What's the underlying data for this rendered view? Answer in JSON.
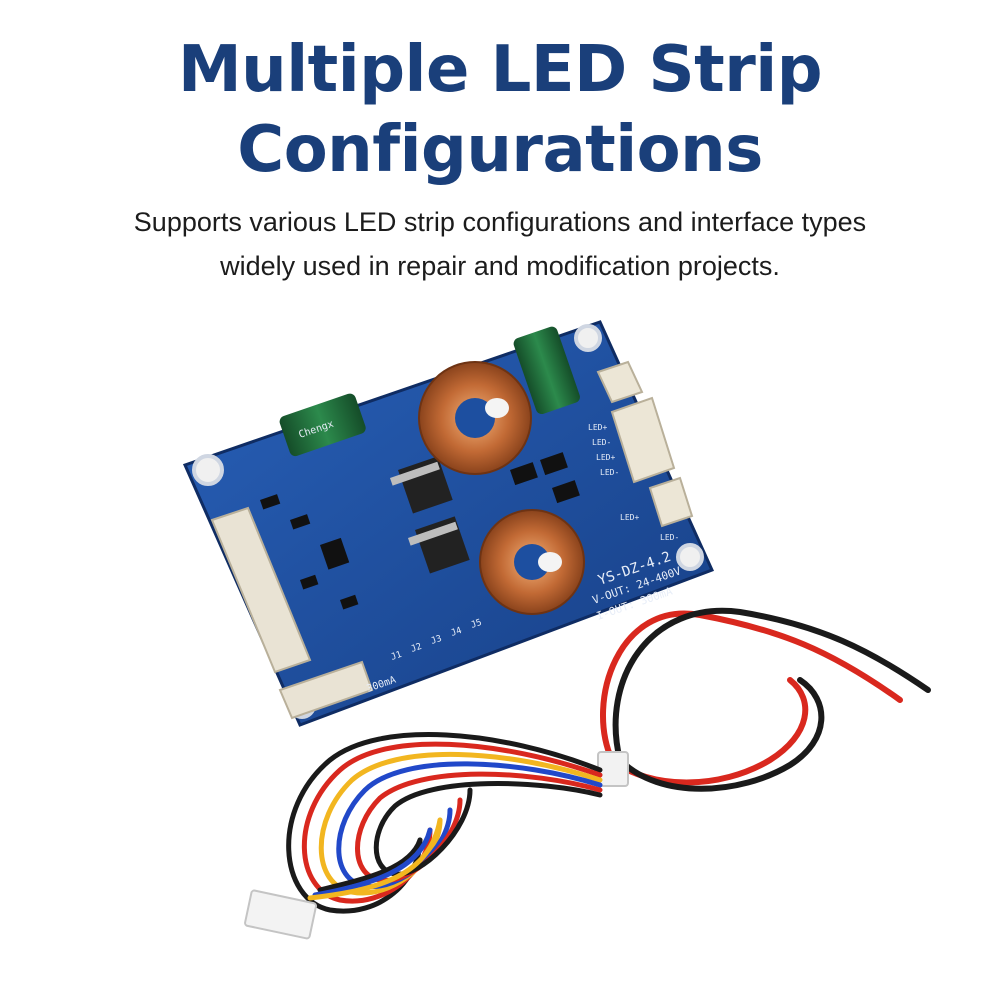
{
  "headline": {
    "line1": "Multiple LED Strip",
    "line2": "Configurations"
  },
  "subtext": {
    "line1": "Supports various LED strip configurations and interface types",
    "line2": "widely used in repair and modification projects."
  },
  "board": {
    "model": "YS-DZ-4.2",
    "vout": "V-OUT: 24-400V",
    "iout": "I-OUT: 300mA",
    "cap_brand": "Chengx",
    "current_label": "300mA",
    "pads": [
      "J1",
      "J2",
      "J3",
      "J4",
      "J5"
    ],
    "led_labels": [
      "LED+",
      "LED-",
      "LED+",
      "LED-",
      "LED+",
      "LED-"
    ]
  },
  "colors": {
    "title": "#1a3f7a",
    "pcb": "#1d4fa0",
    "wire_red": "#d9281e",
    "wire_black": "#1a1a1a",
    "wire_yellow": "#f2b620",
    "wire_blue": "#2148c9",
    "copper": "#c26a35",
    "capacitor": "#1f6b3a"
  }
}
